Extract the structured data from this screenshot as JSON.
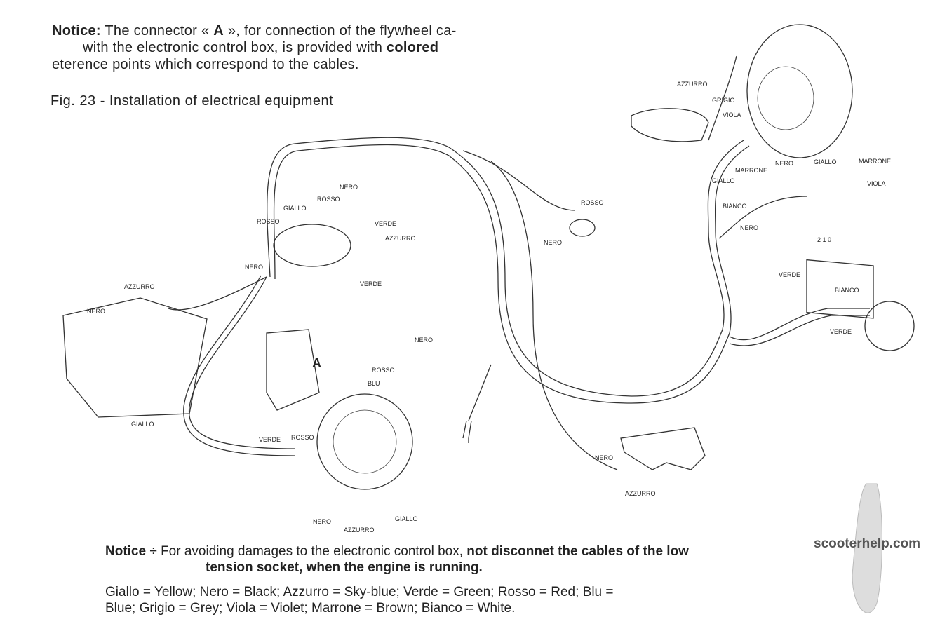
{
  "notice_top": {
    "label": "Notice:",
    "text1": " The connector « ",
    "connector": "A",
    "text2": " », for connection of the flywheel ca-",
    "line2a": "with the electronic control box, is provided with ",
    "line2b": "colored",
    "line3": "eterence points which correspond to the cables."
  },
  "figure_title": "Fig. 23 - Installation of electrical equipment",
  "notice_bottom": {
    "label": "Notice",
    "sep": " ÷ ",
    "text": "For avoiding damages to the electronic control box, ",
    "bold1": "not disconnet the cables of the low",
    "bold2": "tension socket, when the engine is running."
  },
  "legend": {
    "line1": "Giallo = Yellow; Nero = Black; Azzurro = Sky-blue; Verde = Green; Rosso = Red; Blu =",
    "line2": "Blue; Grigio = Grey; Viola = Violet; Marrone = Brown; Bianco = White."
  },
  "watermark": "scooterhelp.com",
  "labels": [
    "AZZURRO",
    "GRIGIO",
    "VIOLA",
    "MARRONE",
    "NERO",
    "GIALLO",
    "MARRONE",
    "VIOLA",
    "GIALLO",
    "BIANCO",
    "NERO",
    "VERDE",
    "BIANCO",
    "VERDE",
    "2 1 0",
    "NERO",
    "ROSSO",
    "GIALLO",
    "ROSSO",
    "VERDE",
    "AZZURRO",
    "NERO",
    "VERDE",
    "ROSSO",
    "NERO",
    "AZZURRO",
    "NERO",
    "GIALLO",
    "NERO",
    "A",
    "ROSSO",
    "BLU",
    "VERDE",
    "ROSSO",
    "NERO",
    "AZZURRO",
    "GIALLO",
    "NERO",
    "AZZURRO"
  ]
}
